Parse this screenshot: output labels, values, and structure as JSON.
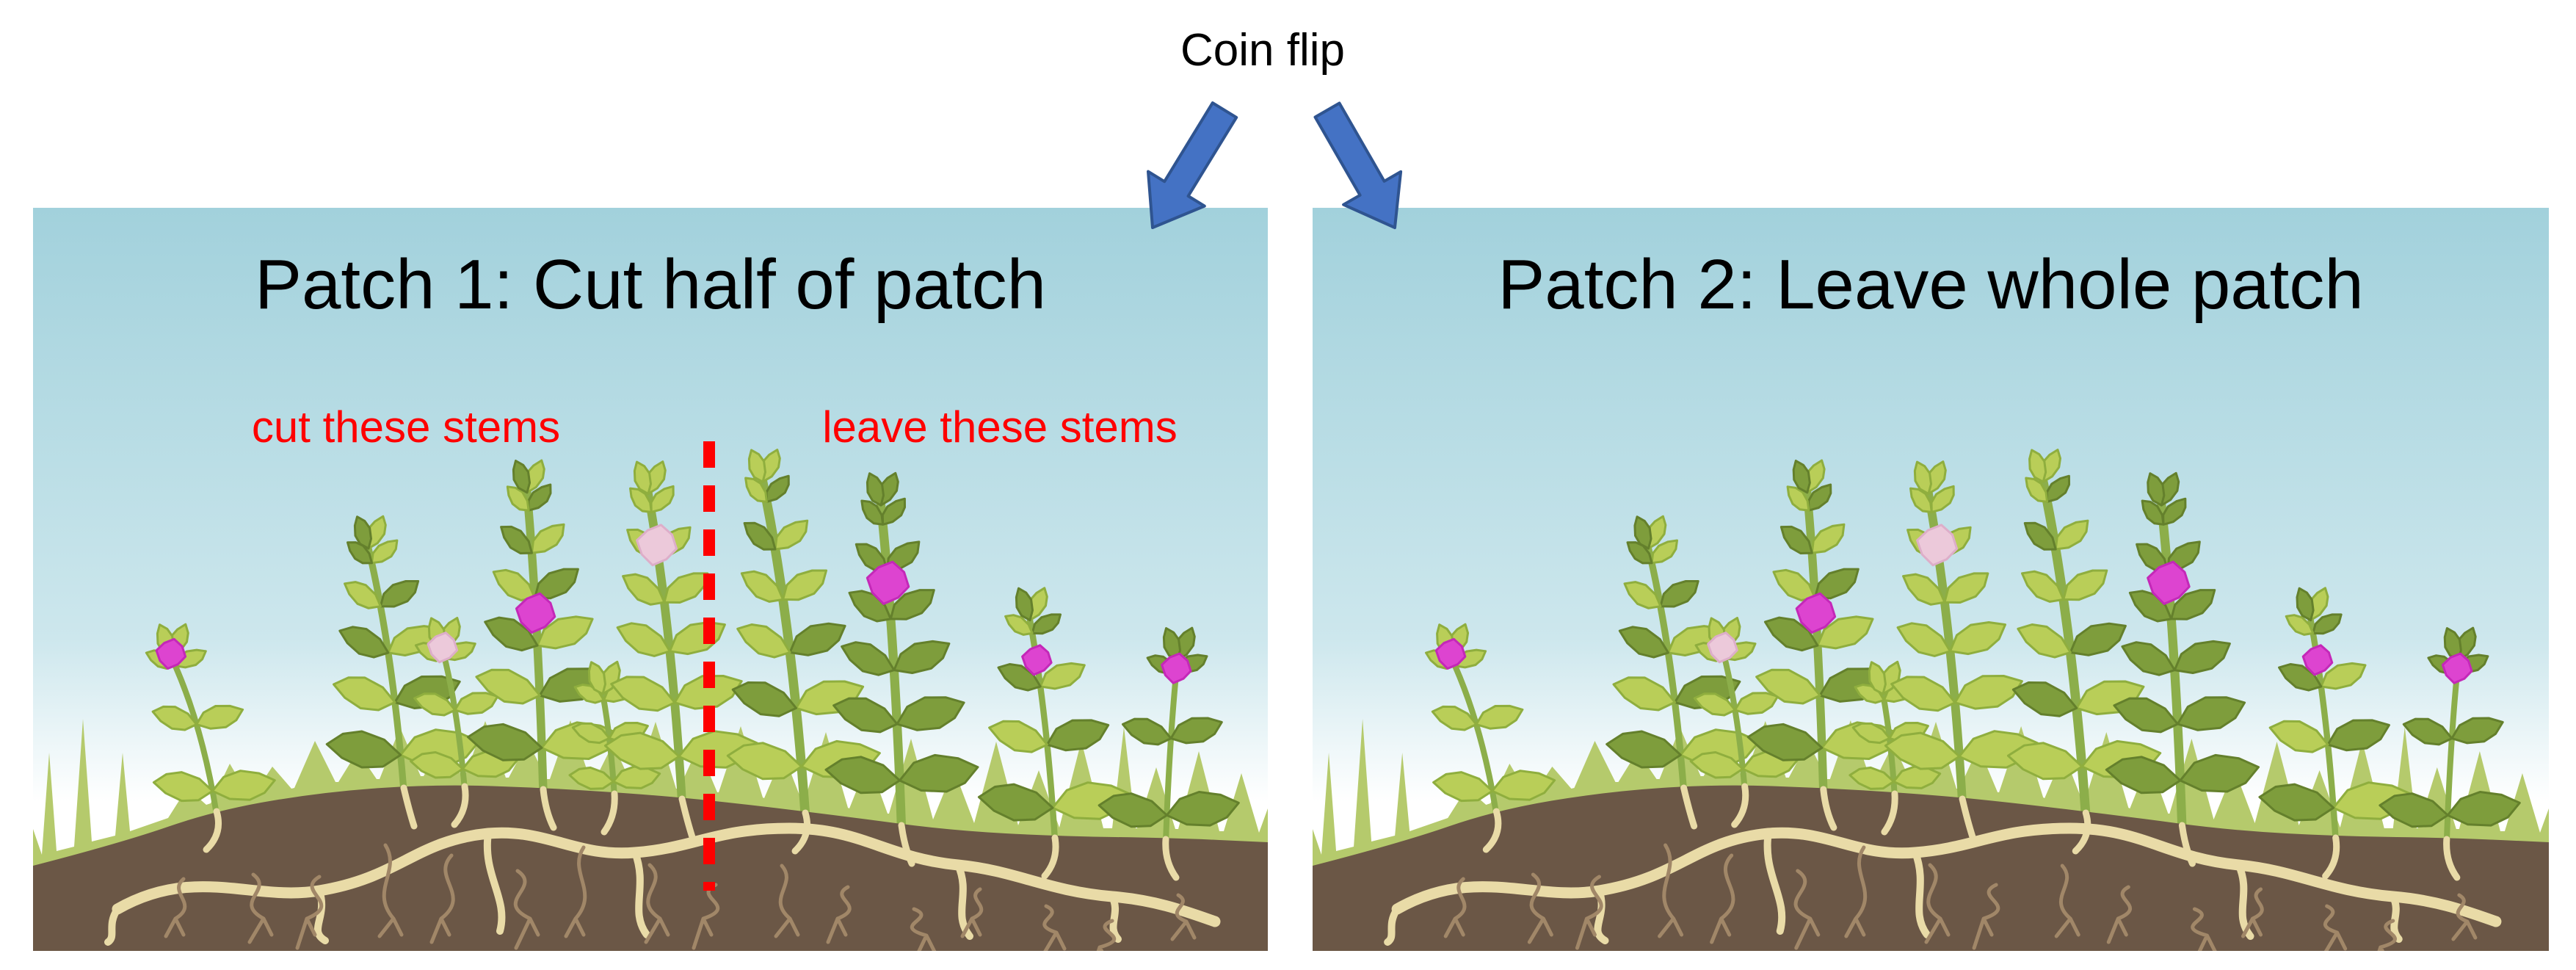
{
  "header": {
    "title": "Coin flip"
  },
  "panels": [
    {
      "title": "Patch 1: Cut half of patch",
      "left_label": "cut these stems",
      "right_label": "leave these stems",
      "divider": true
    },
    {
      "title": "Patch 2: Leave whole patch",
      "divider": false
    }
  ],
  "colors": {
    "background": "#ffffff",
    "title_text": "#000000",
    "annotation_red": "#fe0000",
    "arrow_blue": "#4472c4",
    "arrow_blue_dark": "#2f5490",
    "sky_top": "#a2d1dc",
    "sky_upper": "#b9dde5",
    "sky_mid": "#cde7ed",
    "sky_bottom": "#ffffff",
    "grass": "#b5ca6c",
    "soil": "#6b5746",
    "root_thick": "#e9dba7",
    "root_thin": "#a18768",
    "stem": "#8cae4a",
    "leaf_light": "#b9ce58",
    "leaf_light_outline": "#8fae3e",
    "leaf_dark": "#7e9d3c",
    "leaf_dark_outline": "#64802c",
    "flower_magenta": "#dd44d0",
    "flower_magenta_outline": "#c428b8",
    "flower_pale": "#ecc9da",
    "flower_pale_outline": "#ddaec9"
  }
}
